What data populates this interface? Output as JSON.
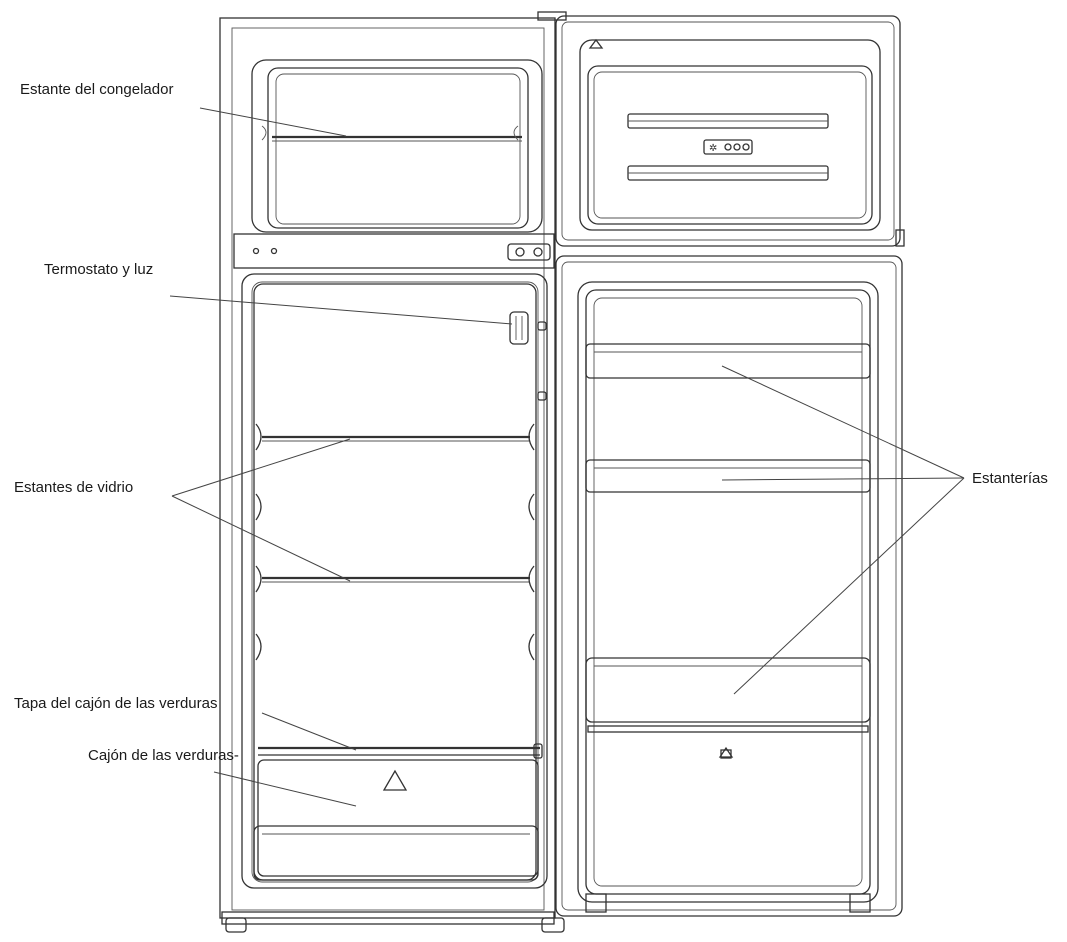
{
  "labels": {
    "freezer_shelf": "Estante del congelador",
    "thermostat": "Termostato y luz",
    "glass_shelves": "Estantes de vidrio",
    "crisper_cover": "Tapa del cajón de las verduras",
    "crisper_drawer": "Cajón de las verduras-",
    "door_shelves": "Estanterías"
  },
  "colors": {
    "line": "#333333",
    "text": "#1a1a1a",
    "background": "#ffffff"
  }
}
